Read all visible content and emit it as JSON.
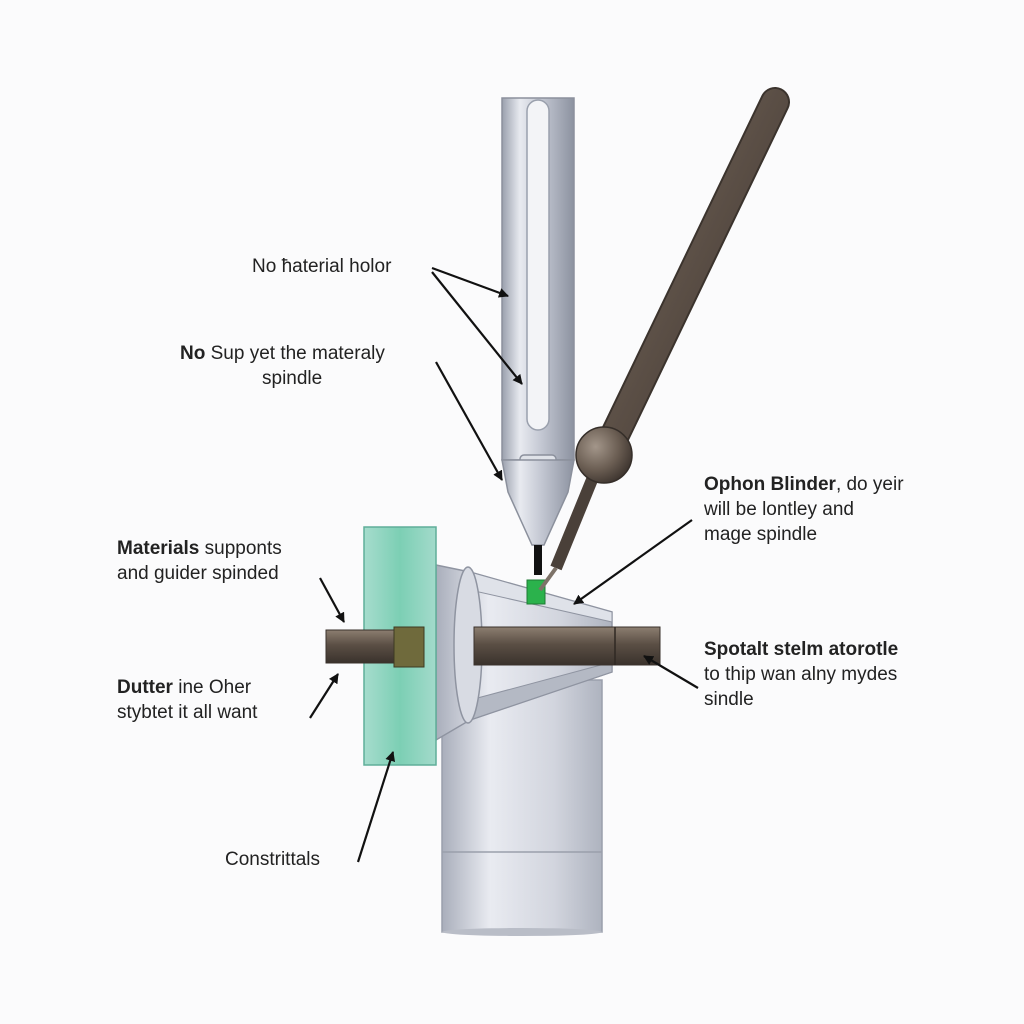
{
  "diagram": {
    "colors": {
      "background": "#fbfbfc",
      "spindle_metal": "#c9ccd6",
      "rod_brown": "#5e5249",
      "guide_plate": "#8fd4c2",
      "tip_green": "#2bb24c",
      "arrow": "#111111"
    },
    "labels": {
      "material_holder": {
        "line1": "No ħaterial holor"
      },
      "support_spindle": {
        "line1_bold": "No",
        "line1_rest": " Sup yet the materaly",
        "line2": "spindle"
      },
      "materials_supports": {
        "line1_bold": "Materials",
        "line1_rest": " supponts",
        "line2": "and guider spinded"
      },
      "dutter": {
        "line1_bold": "Dutter",
        "line1_rest": " ine Oher",
        "line2": "stybtet it all want"
      },
      "constrittals": {
        "line1": "Constrittals"
      },
      "ophon_blinder": {
        "line1_bold": "Ophon Blinder",
        "line1_rest": ", do yeir",
        "line2": "will be lontley and",
        "line3": "mage spindle"
      },
      "spotalt_stelm": {
        "line1_bold": "Spotalt stelm atorotle",
        "line2": "to thip wan alny mydes",
        "line3": "sindle"
      }
    }
  }
}
